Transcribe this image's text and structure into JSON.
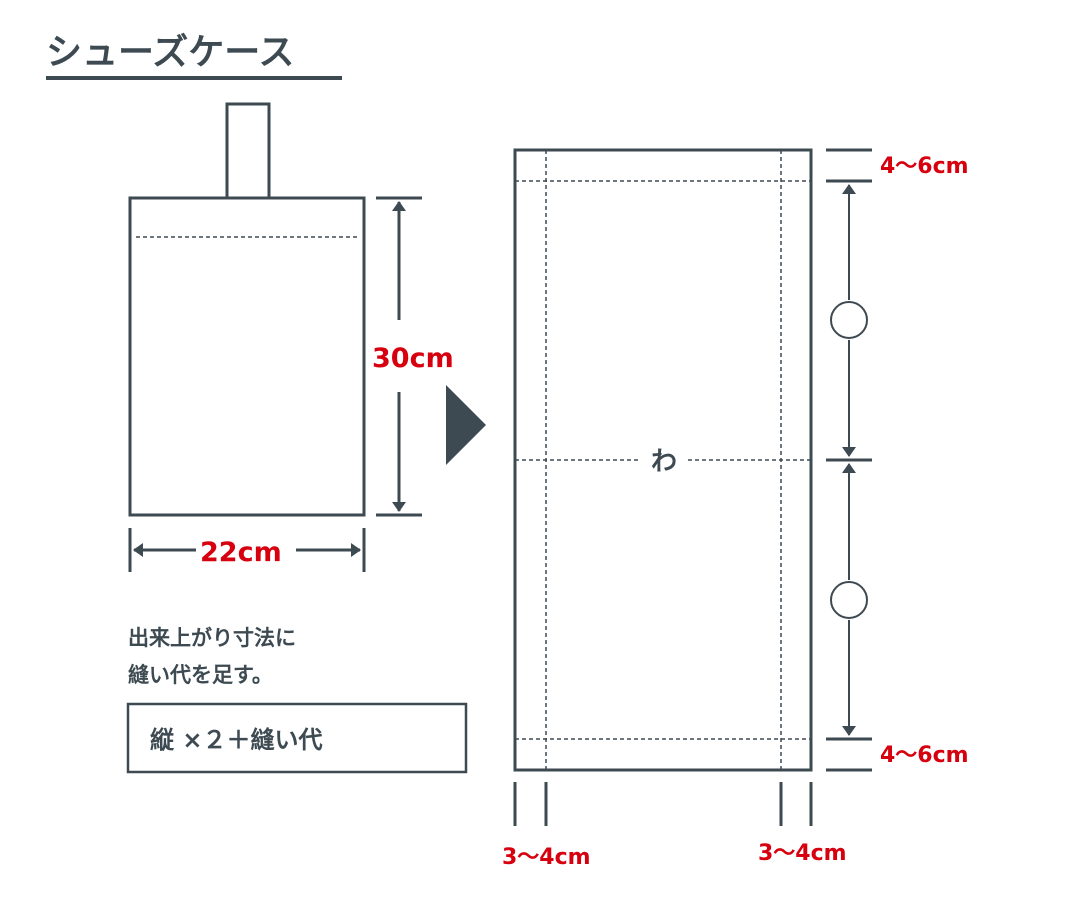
{
  "title": "シューズケース",
  "colors": {
    "ink": "#3d4a52",
    "accent": "#d7000f"
  },
  "finished": {
    "height": "30cm",
    "width": "22cm"
  },
  "note": {
    "line1": "出来上がり寸法に",
    "line2": "縫い代を足す。"
  },
  "formula": "縦 ×２＋縫い代",
  "pattern": {
    "fold_label": "わ",
    "top_allowance": "4〜6cm",
    "bottom_allowance": "4〜6cm",
    "left_allowance": "3〜4cm",
    "right_allowance": "3〜4cm"
  }
}
